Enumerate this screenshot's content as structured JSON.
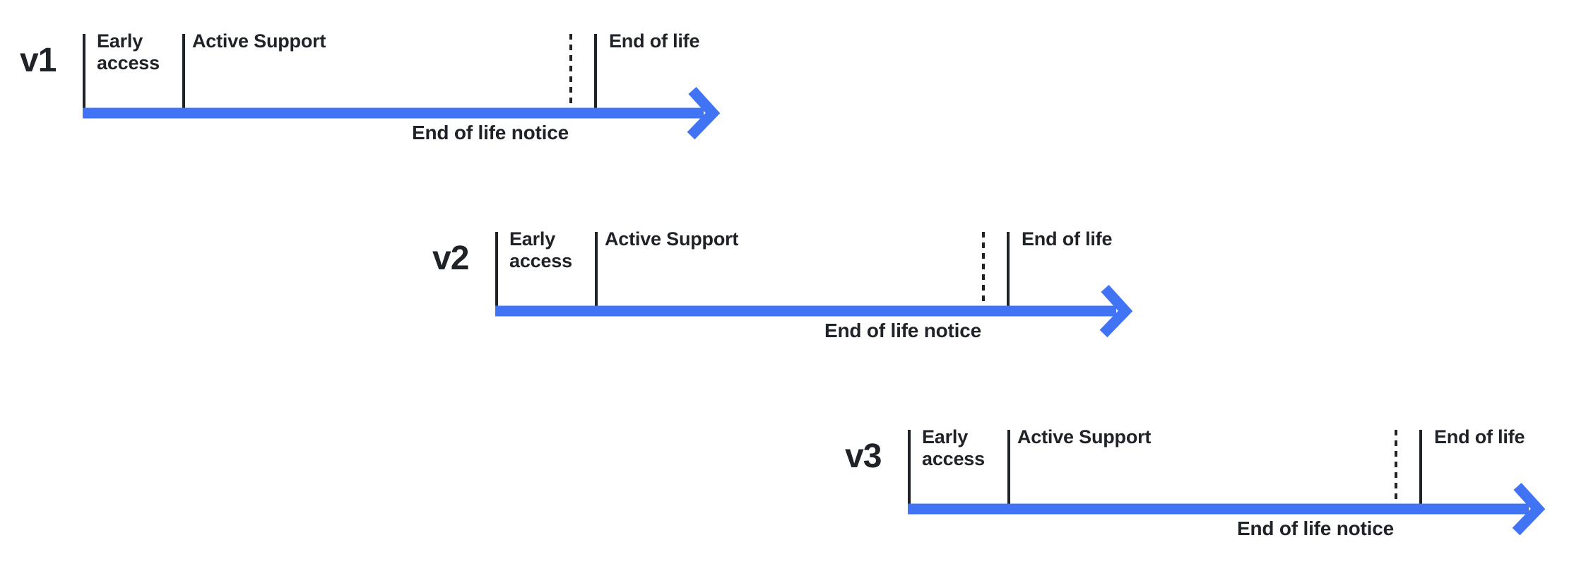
{
  "colors": {
    "background": "#FFFFFF",
    "ink": "#1F2328",
    "arrow_blue": "#4173F5"
  },
  "timelines": [
    {
      "version": "v1",
      "early_access": "Early access",
      "active_support": "Active Support",
      "end_of_life": "End of life",
      "end_of_life_notice": "End of life notice"
    },
    {
      "version": "v2",
      "early_access": "Early access",
      "active_support": "Active Support",
      "end_of_life": "End of life",
      "end_of_life_notice": "End of life notice"
    },
    {
      "version": "v3",
      "early_access": "Early access",
      "active_support": "Active Support",
      "end_of_life": "End of life",
      "end_of_life_notice": "End of life notice"
    }
  ]
}
